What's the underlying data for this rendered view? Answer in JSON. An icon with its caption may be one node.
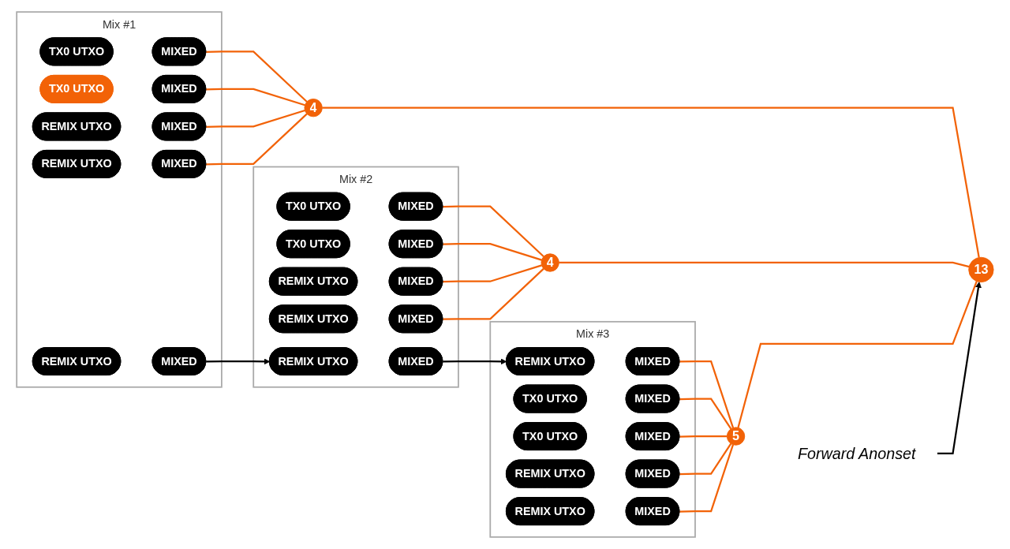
{
  "diagram": {
    "nodes": [
      {
        "text": [
          "Mix #1"
        ]
      },
      {
        "text": [
          "REMIX UTXO"
        ],
        "in": 0
      },
      {
        "text": [
          "MIXED"
        ],
        "in": 0
      },
      {
        "text": [
          "TX0 UTXO"
        ],
        "in": 0
      },
      {
        "text": [
          "MIXED"
        ],
        "in": 0
      },
      {
        "text": [
          "TX0 UTXO"
        ],
        "in": 0
      },
      {
        "text": [
          "MIXED"
        ],
        "in": 0
      },
      {
        "text": [
          "REMIX UTXO"
        ],
        "in": 0
      },
      {
        "text": [
          "MIXED"
        ],
        "in": 0
      },
      {
        "text": [
          "REMIX UTXO"
        ],
        "in": 0
      },
      {
        "text": [
          "MIXED"
        ],
        "in": 0
      },
      {
        "text": [
          "Mix #2"
        ]
      },
      {
        "text": [
          "REMIX UTXO"
        ],
        "in": 11
      },
      {
        "text": [
          "MIXED"
        ],
        "in": 11
      },
      {
        "text": [
          "TX0 UTXO"
        ],
        "in": 11
      },
      {
        "text": [
          "MIXED"
        ],
        "in": 11
      },
      {
        "text": [
          "TX0 UTXO"
        ],
        "in": 11
      },
      {
        "text": [
          "MIXED"
        ],
        "in": 11
      },
      {
        "text": [
          "REMIX UTXO"
        ],
        "in": 11
      },
      {
        "text": [
          "MIXED"
        ],
        "in": 11
      },
      {
        "text": [
          "REMIX UTXO"
        ],
        "in": 11
      },
      {
        "text": [
          "MIXED"
        ],
        "in": 11
      },
      {
        "text": [
          "Mix #3"
        ]
      },
      {
        "text": [
          "REMIX UTXO"
        ],
        "in": 22
      },
      {
        "text": [
          "MIXED"
        ],
        "in": 22
      },
      {
        "text": [
          "TX0 UTXO"
        ],
        "in": 22
      },
      {
        "text": [
          "MIXED"
        ],
        "in": 22
      },
      {
        "text": [
          "TX0 UTXO"
        ],
        "in": 22
      },
      {
        "text": [
          "MIXED"
        ],
        "in": 22
      },
      {
        "text": [
          "REMIX UTXO"
        ],
        "in": 22
      },
      {
        "text": [
          "MIXED"
        ],
        "in": 22
      },
      {
        "text": [
          "REMIX UTXO"
        ],
        "in": 22
      },
      {
        "text": [
          "MIXED"
        ],
        "in": 22
      },
      {
        "text": [
          "4"
        ]
      },
      {
        "text": [
          "4"
        ]
      },
      {
        "text": [
          "5"
        ]
      },
      {
        "text": [
          "13"
        ]
      },
      {
        "text": [
          "Forward Anonset"
        ]
      }
    ],
    "edges": [
      {
        "from": 2,
        "to": 12,
        "arrow": "to",
        "color": "#000000"
      },
      {
        "from": 13,
        "to": 23,
        "arrow": "to",
        "color": "#000000"
      },
      {
        "from": 4,
        "to": 33,
        "arrow": "none"
      },
      {
        "from": 6,
        "to": 33,
        "arrow": "none"
      },
      {
        "from": 8,
        "to": 33,
        "arrow": "none"
      },
      {
        "from": 10,
        "to": 33,
        "arrow": "none"
      },
      {
        "from": 15,
        "to": 34,
        "arrow": "none"
      },
      {
        "from": 17,
        "to": 34,
        "arrow": "none"
      },
      {
        "from": 19,
        "to": 34,
        "arrow": "none"
      },
      {
        "from": 21,
        "to": 34,
        "arrow": "none"
      },
      {
        "from": 24,
        "to": 35,
        "arrow": "none"
      },
      {
        "from": 26,
        "to": 35,
        "arrow": "none"
      },
      {
        "from": 28,
        "to": 35,
        "arrow": "none"
      },
      {
        "from": 30,
        "to": 35,
        "arrow": "none"
      },
      {
        "from": 32,
        "to": 35,
        "arrow": "none"
      },
      {
        "from": 33,
        "to": 36,
        "arrow": "none"
      },
      {
        "from": 34,
        "to": 36,
        "arrow": "none"
      },
      {
        "from": 35,
        "to": 36,
        "arrow": "none"
      },
      {
        "from": 37,
        "to": 36,
        "arrow": "to",
        "color": "#000000"
      }
    ]
  }
}
